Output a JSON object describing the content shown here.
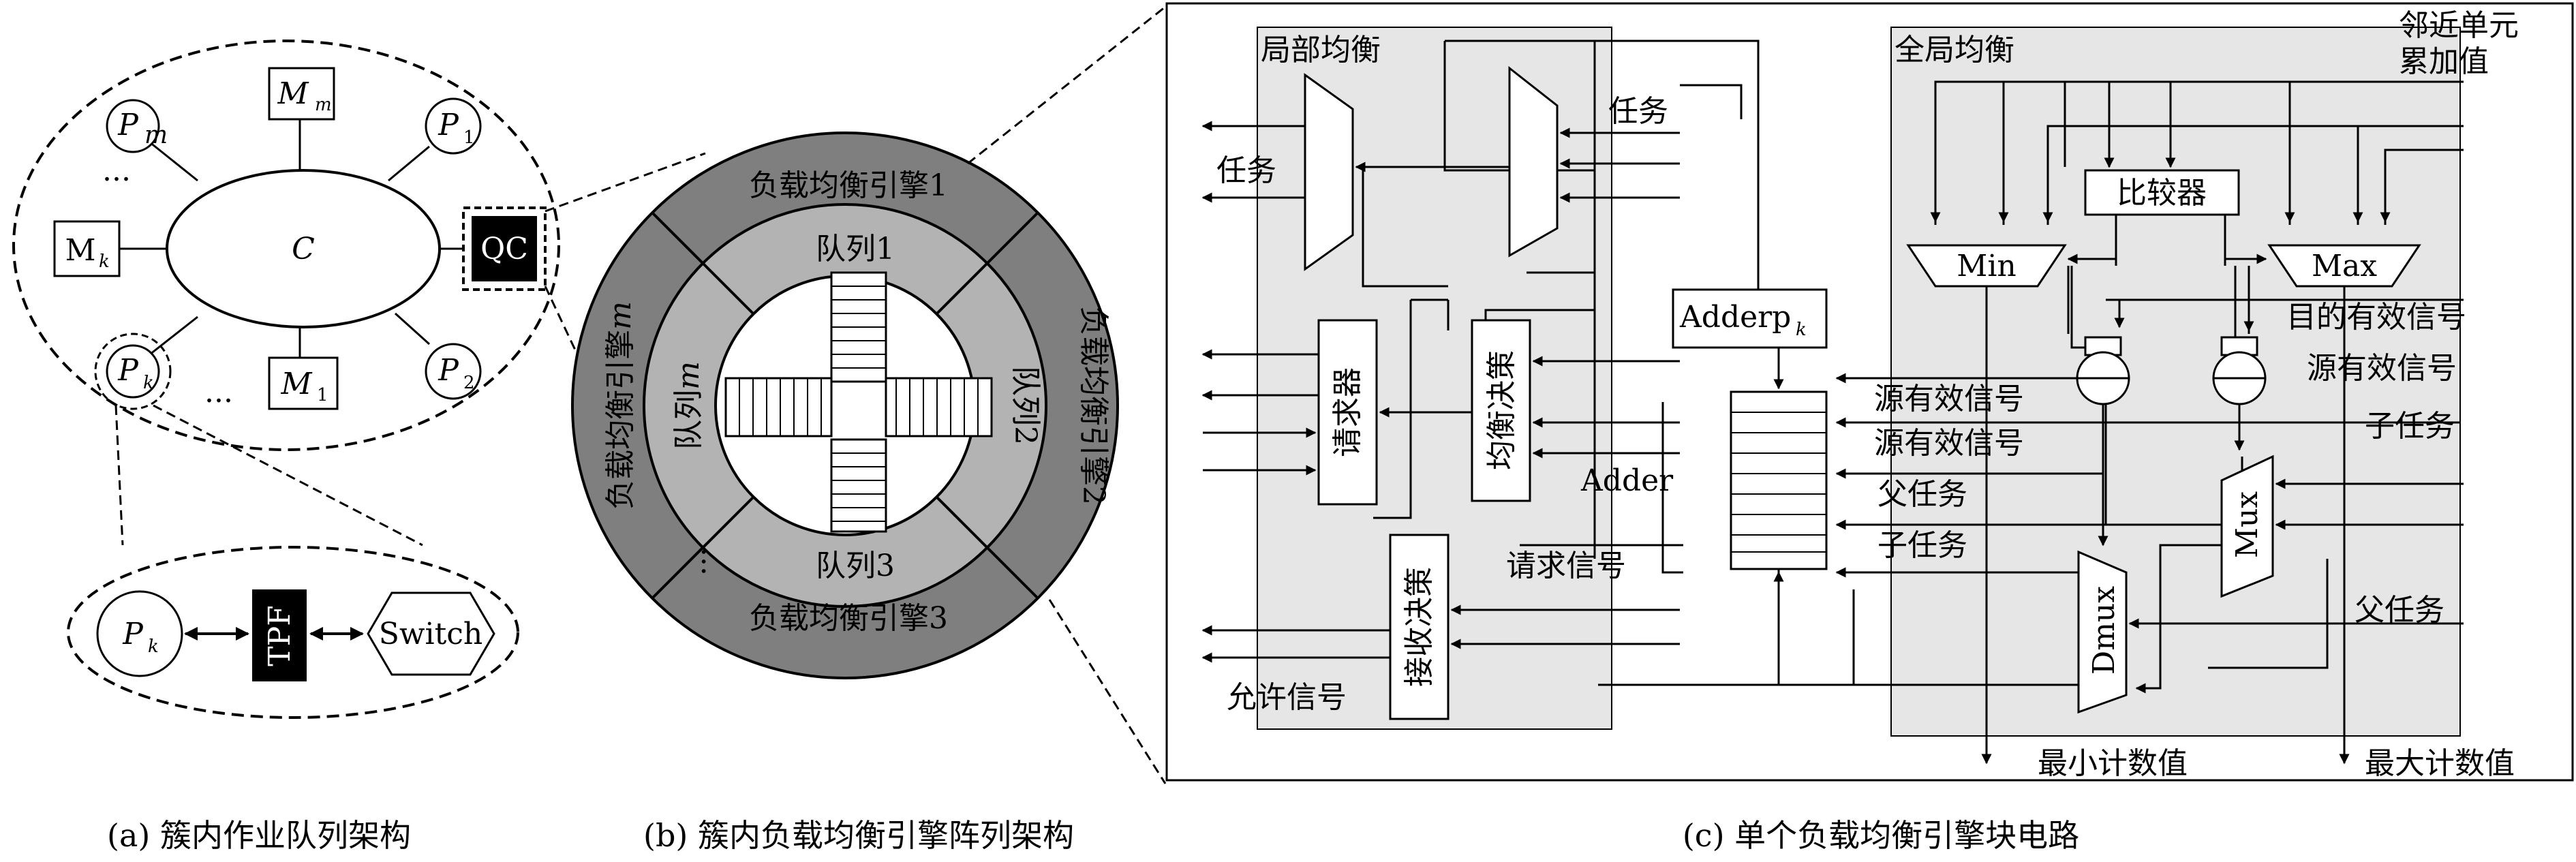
{
  "panel_a": {
    "central": "C",
    "nodes": {
      "p_m": "P",
      "p_m_sub": "m",
      "m_m": "M",
      "m_m_sub": "m",
      "p_1": "P",
      "p_1_sub": "1",
      "m_k": "M",
      "m_k_sub": "k",
      "qc": "QC",
      "p_k": "P",
      "p_k_sub": "k",
      "dots_left": "...",
      "dots_bottom": "...",
      "m_1": "M",
      "m_1_sub": "1",
      "p_2": "P",
      "p_2_sub": "2"
    },
    "detail": {
      "p_k": "P",
      "p_k_sub": "k",
      "tpf": "TPF",
      "switch": "Switch"
    },
    "caption": "(a) 簇内作业队列架构"
  },
  "panel_b": {
    "engine_1": "负载均衡引擎1",
    "engine_2": "负载均衡引擎2",
    "engine_3": "负载均衡引擎3",
    "engine_m_prefix": "负载均衡引擎",
    "engine_m_var": "m",
    "queue_1": "队列1",
    "queue_2": "队列2",
    "queue_3": "队列3",
    "queue_m_prefix": "队列",
    "queue_m_var": "m",
    "dots": "...",
    "caption": "(b) 簇内负载均衡引擎阵列架构"
  },
  "panel_c": {
    "local_balance": "局部均衡",
    "global_balance": "全局均衡",
    "neighbor_sum_1": "邻近单元",
    "neighbor_sum_2": "累加值",
    "task_in": "任务",
    "task_out": "任务",
    "adderp": "Adderp",
    "adderp_sub": "k",
    "comparator": "比较器",
    "min": "Min",
    "max": "Max",
    "requester": "请求器",
    "balance_decision": "均衡决策",
    "adder": "Adder",
    "receive_decision": "接收决策",
    "request_signal": "请求信号",
    "permit_signal": "允许信号",
    "src_valid_1": "源有效信号",
    "src_valid_2": "源有效信号",
    "parent_task_1": "父任务",
    "child_task_1": "子任务",
    "dest_valid": "目的有效信号",
    "src_valid_3": "源有效信号",
    "child_task_2": "子任务",
    "parent_task_2": "父任务",
    "mux": "Mux",
    "dmux": "Dmux",
    "min_count": "最小计数值",
    "max_count": "最大计数值",
    "caption": "(c) 单个负载均衡引擎块电路"
  },
  "colors": {
    "ring_dark": "#7f7f7f",
    "ring_mid": "#b3b3b3",
    "region_fill": "#e6e6e6",
    "block_black": "#000000"
  }
}
